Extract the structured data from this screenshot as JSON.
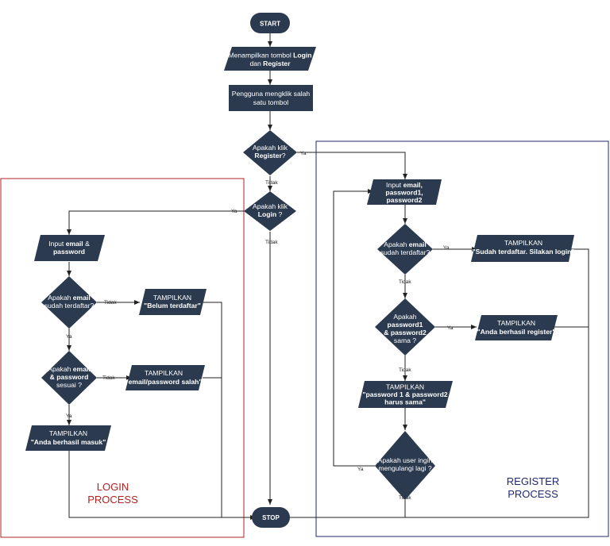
{
  "start": "START",
  "stop": "STOP",
  "show_buttons": [
    "Menampilkan tombol ",
    "Login",
    "dan ",
    "Register"
  ],
  "user_click": [
    "Pengguna mengklik salah",
    "satu tombol"
  ],
  "q_register": [
    "Apakah klik",
    "Register",
    "?"
  ],
  "q_login": [
    "Apakah klik",
    "Login",
    " ?"
  ],
  "login_input": [
    "Input ",
    "email",
    " &",
    "password"
  ],
  "login_q_email": [
    "Apakah ",
    "email",
    "sudah terdaftar?"
  ],
  "show_not_registered": [
    "TAMPILKAN",
    "\"Belum terdaftar\""
  ],
  "login_q_pass": [
    "Apakah ",
    "email",
    "& password",
    "sesuai ?"
  ],
  "show_wrong_pass": [
    "TAMPILKAN",
    "\"email/password salah\""
  ],
  "show_login_ok": [
    "TAMPILKAN",
    "\"Anda berhasil masuk\""
  ],
  "reg_input": [
    "Input ",
    "email,",
    "password1,",
    "password2"
  ],
  "reg_q_email": [
    "Apakah ",
    "email",
    "sudah terdaftar?"
  ],
  "show_already": [
    "TAMPILKAN",
    "\"Sudah terdaftar. Silakan login\""
  ],
  "reg_q_pass": [
    "Apakah",
    "password1",
    "& password2",
    "sama ?"
  ],
  "show_reg_ok": [
    "TAMPILKAN",
    "\"Anda berhasil register\""
  ],
  "show_must_match": [
    "TAMPILKAN",
    "\"password 1 & password2",
    "harus sama\""
  ],
  "reg_q_repeat": [
    "Apakah user ingin",
    "mengulangi lagi ?"
  ],
  "edge_labels": {
    "ya": "Ya",
    "tidak": "Tidak"
  },
  "login_group_label": [
    "LOGIN",
    "PROCESS"
  ],
  "register_group_label": [
    "REGISTER",
    "PROCESS"
  ],
  "colors": {
    "node": "#2b3a4f",
    "login_group": "#b22222",
    "register_group": "#1f2a6b",
    "edge": "#222222"
  }
}
